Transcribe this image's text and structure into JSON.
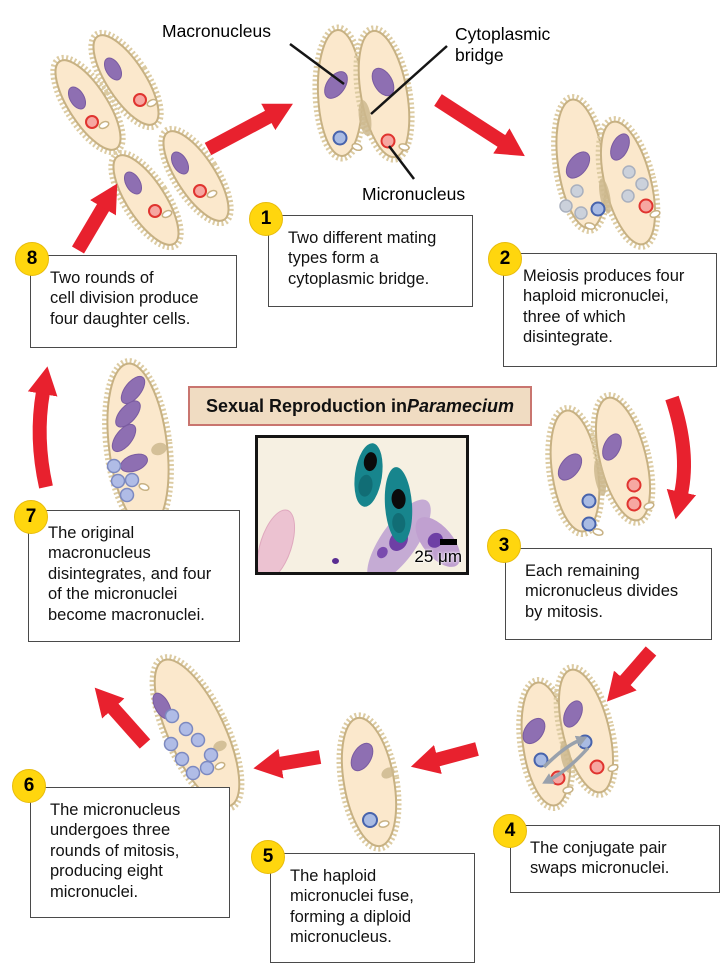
{
  "title": {
    "prefix": "Sexual Reproduction in ",
    "italic": "Paramecium"
  },
  "callouts": {
    "macronucleus": "Macronucleus",
    "cytoplasmic_bridge": "Cytoplasmic bridge",
    "micronucleus": "Micronucleus"
  },
  "micrograph": {
    "scale_label": "25 μm"
  },
  "steps": [
    {
      "number": "1",
      "text": "Two different mating\ntypes form a\ncytoplasmic bridge."
    },
    {
      "number": "2",
      "text": "Meiosis produces four\nhaploid micronuclei,\nthree of which\ndisintegrate."
    },
    {
      "number": "3",
      "text": "Each remaining\nmicronucleus divides\nby mitosis."
    },
    {
      "number": "4",
      "text": "The conjugate pair\nswaps micronuclei."
    },
    {
      "number": "5",
      "text": "The haploid\nmicronuclei fuse,\nforming a diploid\nmicronucleus."
    },
    {
      "number": "6",
      "text": "The micronucleus\nundergoes three\nrounds of mitosis,\nproducing eight\nmicronuclei."
    },
    {
      "number": "7",
      "text": "The original\nmacronucleus\ndisintegrates, and four\nof the micronuclei\nbecome macronuclei."
    },
    {
      "number": "8",
      "text": "Two rounds of\ncell division produce\nfour daughter cells."
    }
  ],
  "colors": {
    "arrow_red": "#E8212E",
    "cell_fill": "#FBE8CC",
    "cell_outline": "#C7B183",
    "macronucleus_purple": "#8E6FB2",
    "micronucleus_red": "#E0342F",
    "micronucleus_blue": "#4763AC",
    "micronucleus_gray": "#A9B0BE",
    "micronucleus_lavender": "#7C89C0",
    "step_badge_yellow": "#FFD60E",
    "title_bg": "#F0DCC2",
    "title_border": "#C9756F"
  }
}
